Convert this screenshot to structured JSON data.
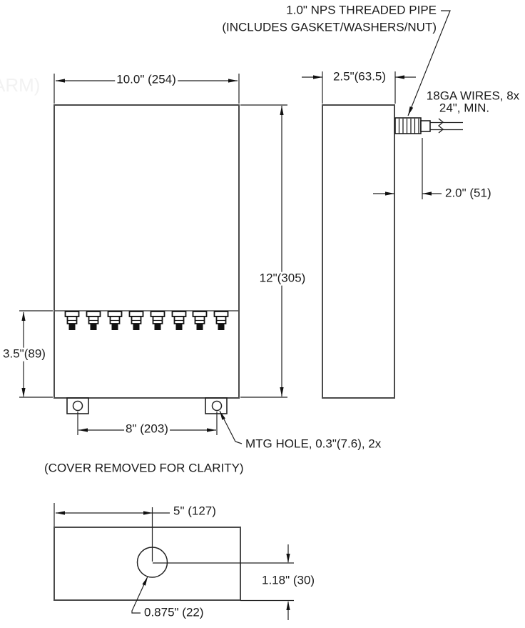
{
  "doc": {
    "type": "technical-dimension-drawing",
    "watermark_fragment": "ARM)"
  },
  "notes": {
    "pipe_line1": "1.0\" NPS THREADED PIPE",
    "pipe_line2": "(INCLUDES GASKET/WASHERS/NUT)",
    "wires_line1": "18GA WIRES, 8x",
    "wires_line2": "24\", MIN.",
    "mtg_hole": "MTG HOLE, 0.3\"(7.6), 2x",
    "cover": "(COVER REMOVED FOR CLARITY)"
  },
  "dimensions": {
    "front_width": "10.0\" (254)",
    "front_height": "12\"(305)",
    "terminal_zone_height": "3.5\"(89)",
    "mtg_hole_spacing": "8\" (203)",
    "side_depth": "2.5\"(63.5)",
    "pipe_protrusion": "2.0\" (51)",
    "bottom_hole_offset_x": "5\" (127)",
    "bottom_hole_offset_y": "1.18\" (30)",
    "bottom_hole_diameter": "0.875\" (22)"
  },
  "counts": {
    "terminals": 8,
    "mounting_holes": 2,
    "wires": 8
  }
}
